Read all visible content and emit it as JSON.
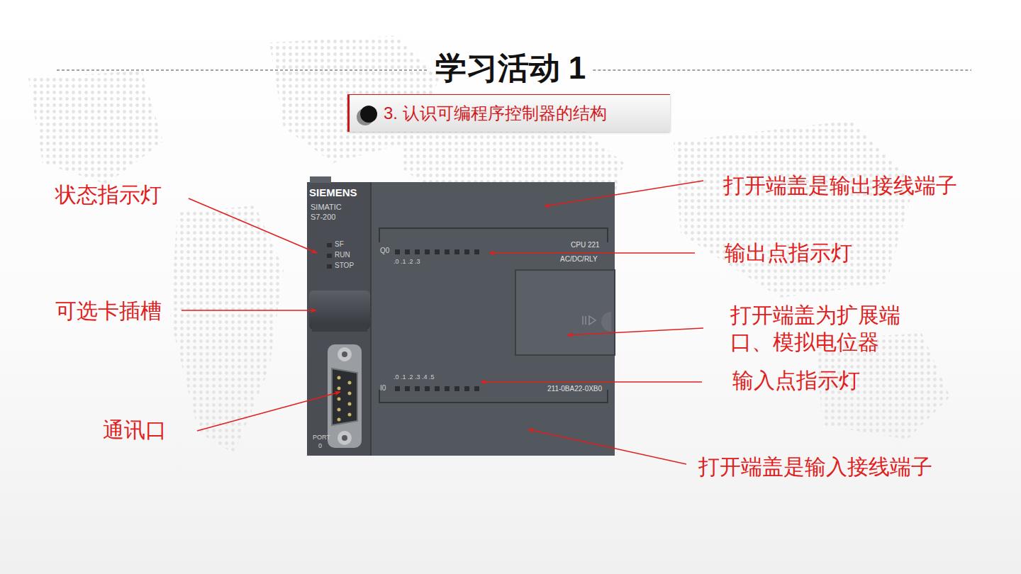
{
  "diagram": {
    "title": "学习活动 1",
    "nodes": [
      {
        "text": [
          "3. 认识可编程序控制器的结构"
        ]
      }
    ],
    "labels": [
      "状态指示灯",
      "可选卡插槽",
      "通讯口",
      "打开端盖是输出接线端子",
      "输出点指示灯",
      "打开端盖为扩展端口、模拟电位器",
      "输入点指示灯",
      "打开端盖是输入接线端子",
      "SIEMENS",
      "SIMATIC",
      "S7-200",
      "SF",
      "RUN",
      "STOP",
      "Q0",
      ".0 .1 .2 .3",
      "CPU 221",
      "AC/DC/RLY",
      ".0 .1 .2 .3 .4 .5",
      "I0",
      "211-0BA22-0XB0",
      "PORT",
      "0"
    ]
  }
}
